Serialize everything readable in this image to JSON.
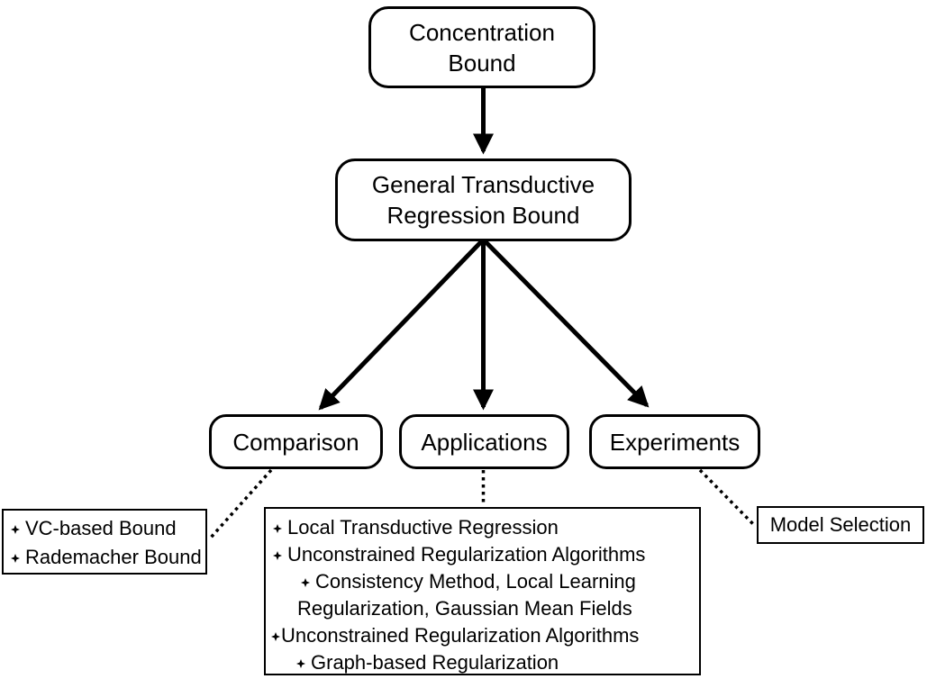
{
  "diagram": {
    "title": "Transductive Regression Bounds overview flowchart",
    "colors": {
      "ink": "#000000",
      "background": "#ffffff"
    },
    "bullet_icon": "four-pointed-star",
    "nodes": {
      "concentration_bound": "Concentration Bound",
      "general_transductive": "General Transductive Regression Bound",
      "comparison": "Comparison",
      "applications": "Applications",
      "experiments": "Experiments",
      "model_selection": "Model Selection"
    },
    "comparison_items": [
      "VC-based Bound",
      "Rademacher Bound"
    ],
    "applications_lines": [
      "Local Transductive Regression",
      "Unconstrained Regularization Algorithms",
      "Consistency Method, Local Learning",
      "Regularization, Gaussian Mean Fields",
      "Unconstrained Regularization Algorithms",
      "Graph-based Regularization"
    ]
  }
}
